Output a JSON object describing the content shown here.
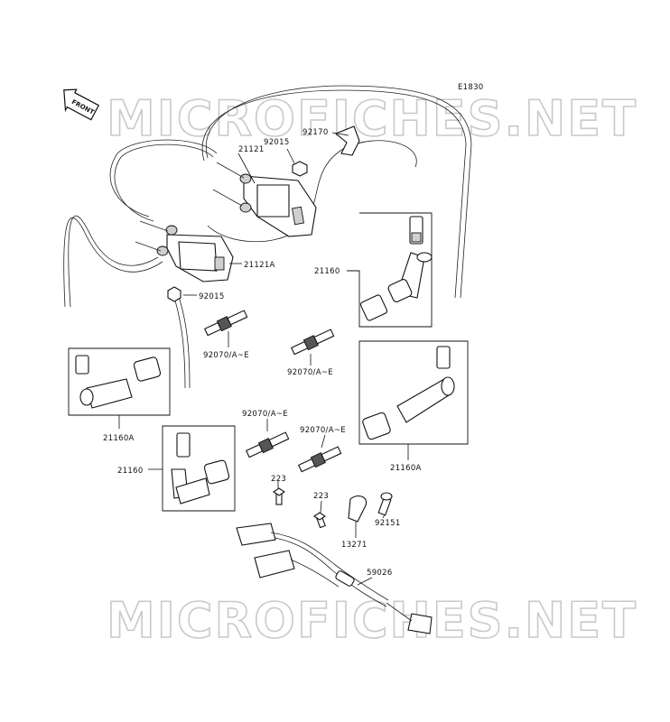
{
  "diagram_code": "E1830",
  "front_label": "FRONT",
  "watermark": "MICROFICHES.NET",
  "labels": {
    "p92170": "92170",
    "p92015_top": "92015",
    "p21121": "21121",
    "p21121A": "21121A",
    "p92015_mid": "92015",
    "p21160_right": "21160",
    "p92070_left": "92070/A~E",
    "p92070_mid": "92070/A~E",
    "p92070_center": "92070/A~E",
    "p92070_right": "92070/A~E",
    "p21160A_left": "21160A",
    "p21160_bottom": "21160",
    "p21160A_right": "21160A",
    "p223_a": "223",
    "p223_b": "223",
    "p92151": "92151",
    "p13271": "13271",
    "p59026": "59026"
  }
}
